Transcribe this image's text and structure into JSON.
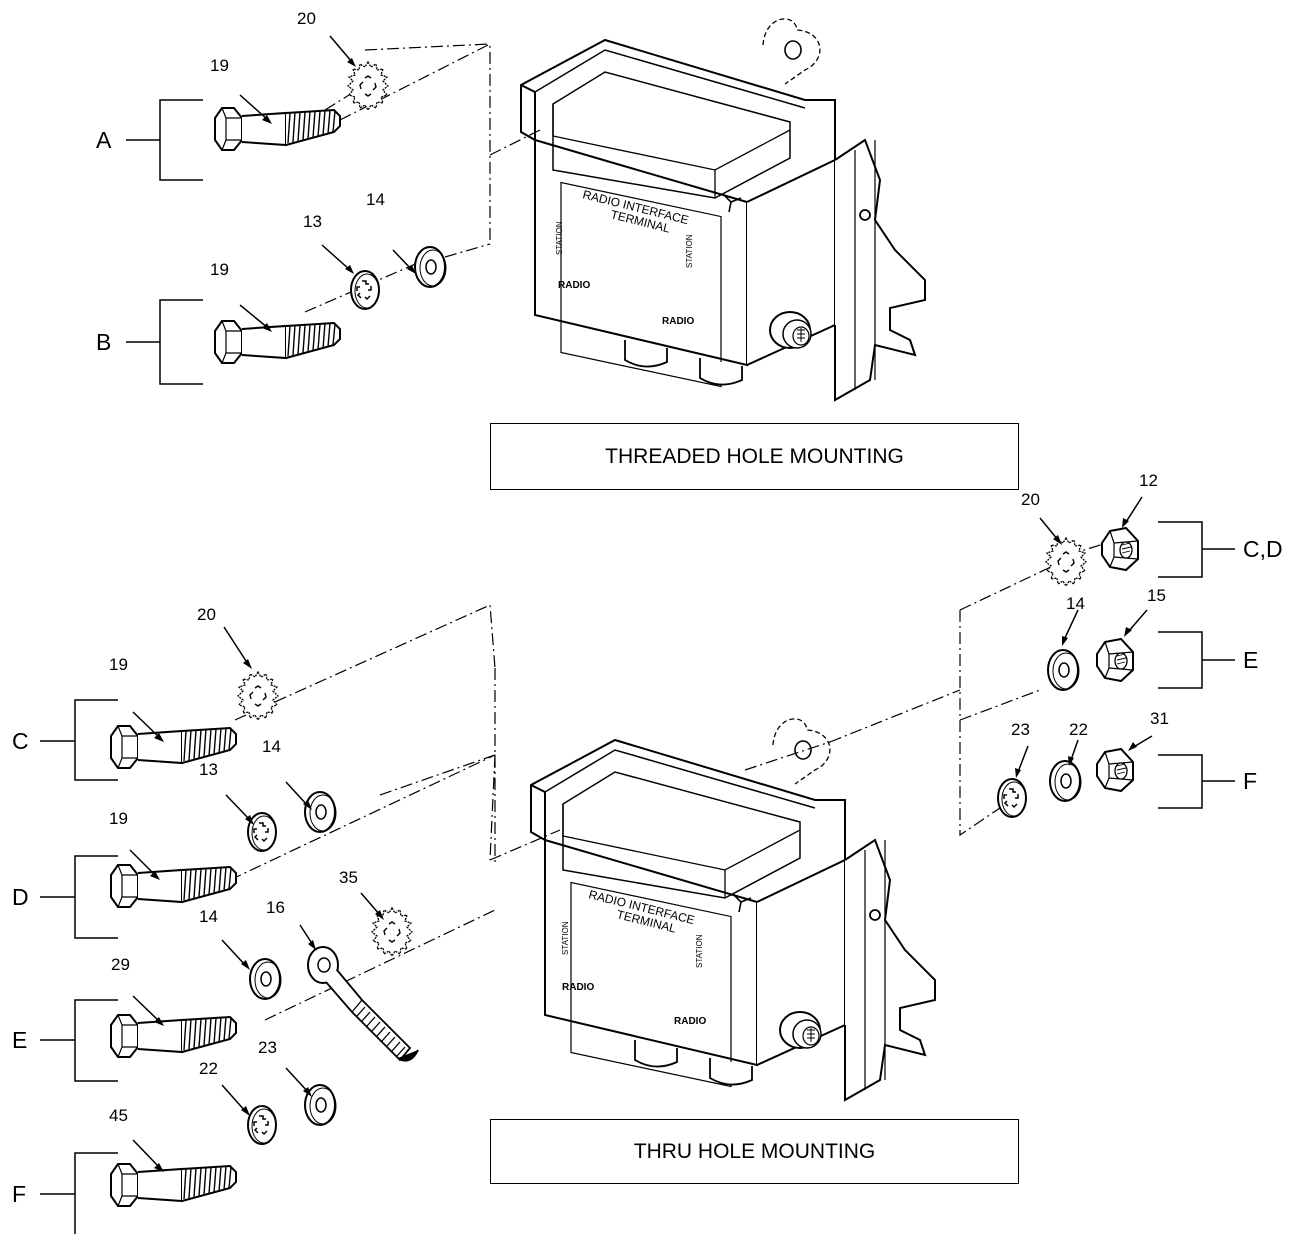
{
  "threaded": {
    "caption": "THREADED HOLE MOUNTING",
    "groups": {
      "a": "A",
      "b": "B"
    },
    "items": {
      "a_screw": "19",
      "a_star": "20",
      "b_screw": "19",
      "b_lock": "13",
      "b_flat": "14"
    },
    "device": {
      "line1": "RADIO INTERFACE",
      "line2": "TERMINAL",
      "side_left": "STATION",
      "side_right": "STATION",
      "brand_left": "RADIO",
      "brand_right": "RADIO"
    }
  },
  "thru": {
    "caption": "THRU HOLE MOUNTING",
    "groups": {
      "c": "C",
      "d": "D",
      "e": "E",
      "f": "F",
      "cd_right": "C,D",
      "e_right": "E",
      "f_right": "F"
    },
    "items": {
      "c_screw": "19",
      "c_star": "20",
      "d_screw": "19",
      "d_lock": "13",
      "d_flat": "14",
      "e_screw": "29",
      "e_flat": "14",
      "e_lug": "16",
      "e_star": "35",
      "f_screw": "45",
      "f_lock": "22",
      "f_flat": "23",
      "cd_star": "20",
      "cd_nut": "12",
      "e_flat_r": "14",
      "e_nut": "15",
      "f_lock_r": "23",
      "f_flat_r": "22",
      "f_nut": "31"
    },
    "device": {
      "line1": "RADIO INTERFACE",
      "line2": "TERMINAL",
      "side_left": "STATION",
      "side_right": "STATION",
      "brand_left": "RADIO",
      "brand_right": "RADIO"
    }
  }
}
